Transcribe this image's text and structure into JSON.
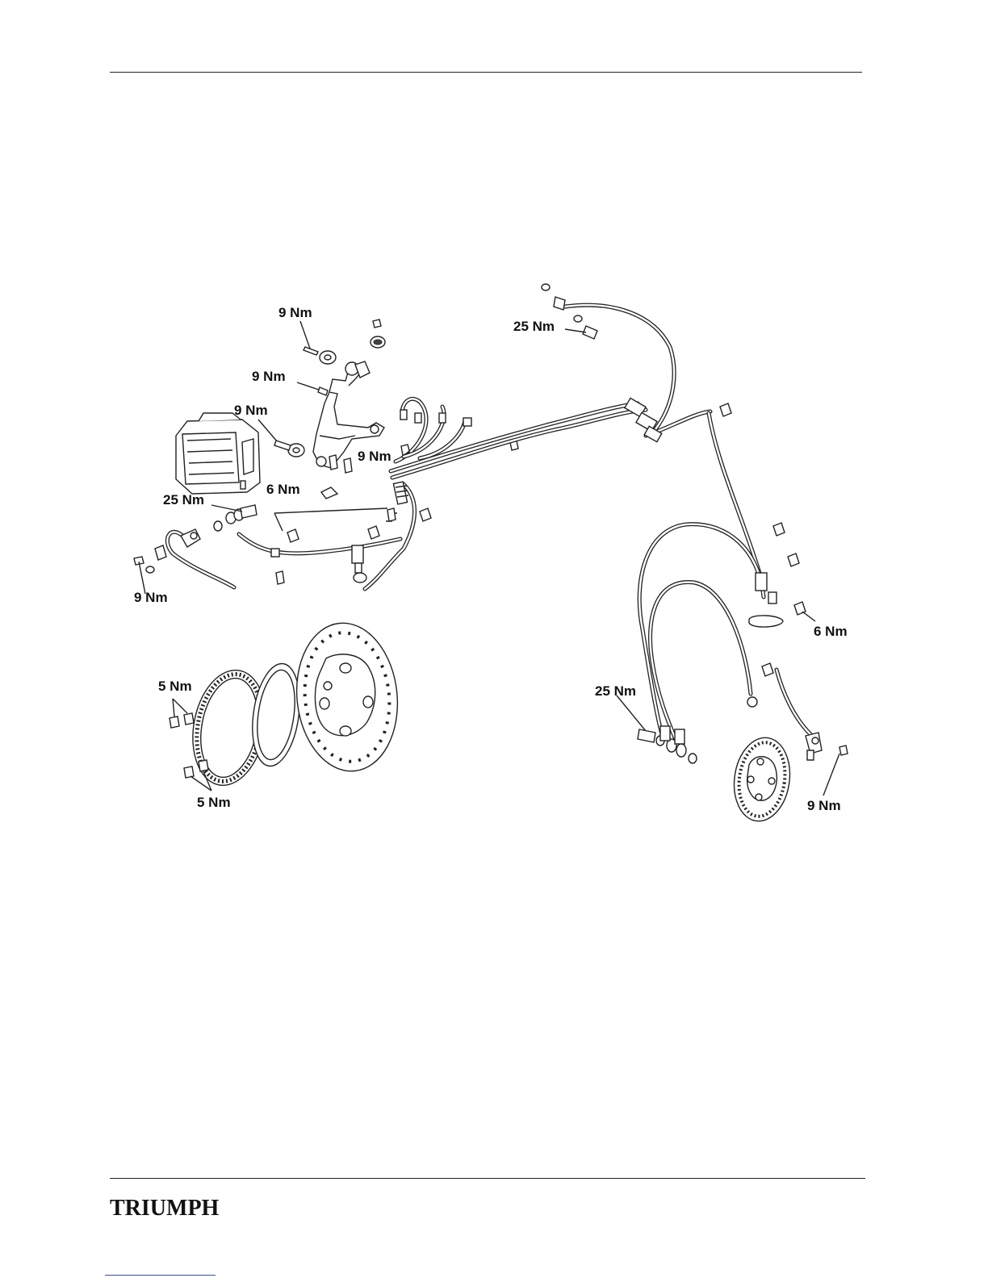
{
  "labels": {
    "abs_mount_bolt_top": "9 Nm",
    "bracket_bolt": "9 Nm",
    "modulator_bolt": "9 Nm",
    "bracket_lower_bolt": "9 Nm",
    "front_union_bolt": "25 Nm",
    "clip_screws": "6 Nm",
    "front_sensor_bolt": "9 Nm",
    "rear_union_bolt_top": "25 Nm",
    "rear_hose_clamp_bolt": "6 Nm",
    "rear_union_bolt": "25 Nm",
    "rear_sensor_bolt": "9 Nm",
    "front_ring_screws_top": "5 Nm",
    "front_ring_screws_bottom": "5 Nm"
  },
  "footer": {
    "logo_text": "TRIUMPH"
  },
  "colors": {
    "line": "#222222",
    "link_underline": "#2a4fd6"
  }
}
